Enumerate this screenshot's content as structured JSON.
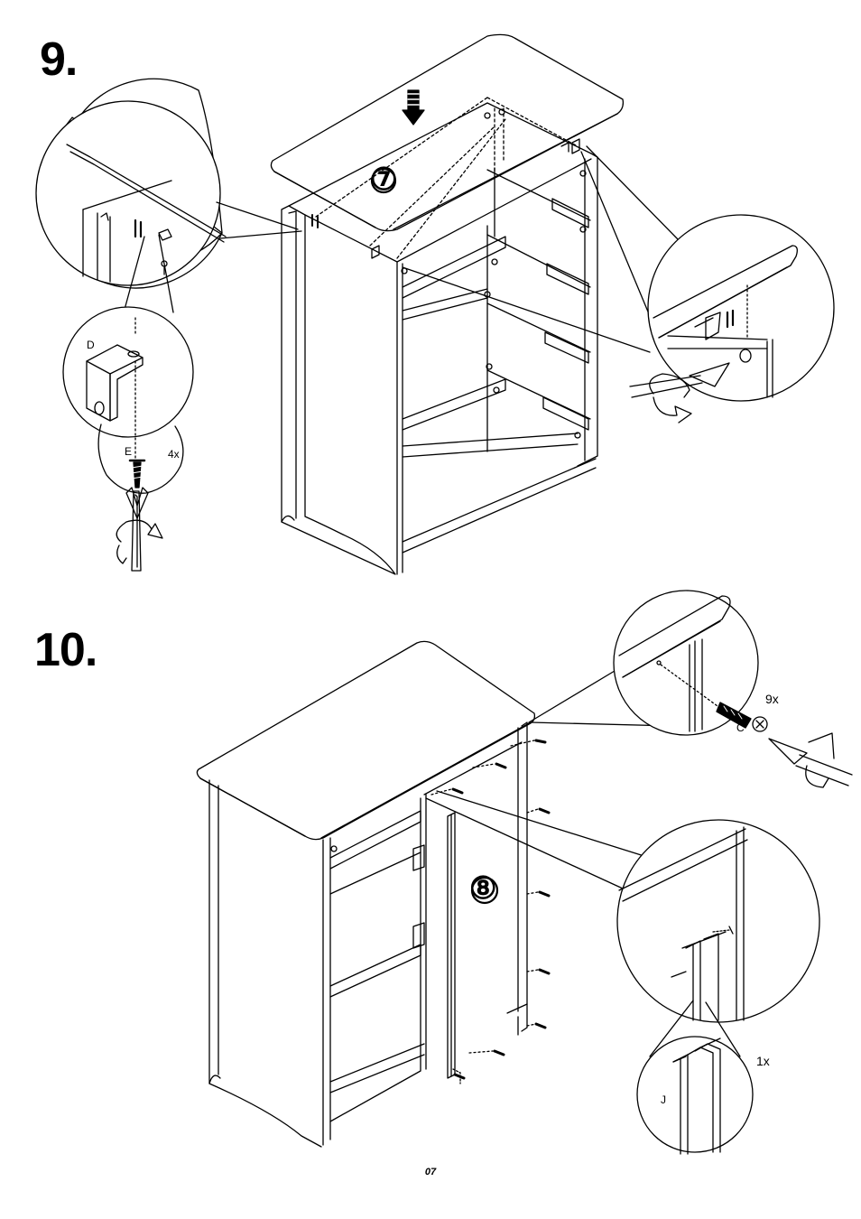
{
  "steps": [
    {
      "number": "9."
    },
    {
      "number": "10."
    }
  ],
  "part_labels": {
    "part7": "⑦",
    "part8": "⑧",
    "bracket": "D",
    "screw_e": "E",
    "screw_c": "C",
    "profile": "J"
  },
  "quantities": {
    "screw_e": "4x",
    "screw_c": "9x",
    "profile": "1x"
  },
  "page_number": "07",
  "icons": [
    "screwdriver-icon",
    "rotate-arrow-icon",
    "down-arrow-icon"
  ],
  "colors": {
    "line": "#000000",
    "background": "#ffffff"
  }
}
